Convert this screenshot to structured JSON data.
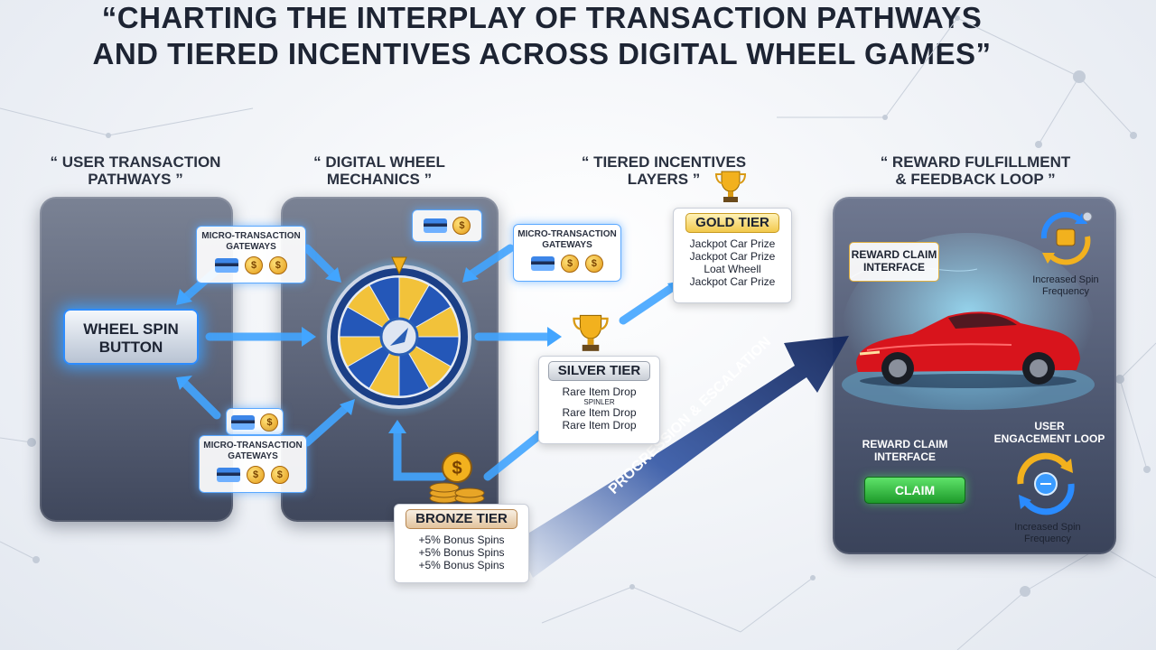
{
  "title": {
    "line1": "“CHARTING THE INTERPLAY OF TRANSACTION PATHWAYS",
    "line2": "AND TIERED INCENTIVES ACROSS DIGITAL WHEEL GAMES”"
  },
  "columns": {
    "transaction": {
      "line1": "“ USER TRANSACTION",
      "line2": "PATHWAYS ”"
    },
    "mechanics": {
      "line1": "“ DIGITAL WHEEL",
      "line2": "MECHANICS ”"
    },
    "incentives": {
      "line1": "“ TIERED INCENTIVES",
      "line2": "LAYERS ”"
    },
    "fulfillment": {
      "line1": "“ REWARD FULFILLMENT",
      "line2": "& FEEDBACK LOOP ”"
    }
  },
  "gateways": {
    "top_left": {
      "line1": "MICRO-TRANSACTION",
      "line2": "GATEWAYS"
    },
    "bottom_left": {
      "line1": "MICRO-TRANSACTION",
      "line2": "GATEWAYS"
    },
    "top_right": {
      "line1": "MICRO-TRANSACTION",
      "line2": "GATEWAYS"
    }
  },
  "spin_button": {
    "line1": "WHEEL SPIN",
    "line2": "BUTTON"
  },
  "tiers": {
    "gold": {
      "title": "GOLD TIER",
      "items": [
        "Jackpot Car Prize",
        "Jackpot Car Prize",
        "Loat Wheell",
        "Jackpot Car Prize"
      ]
    },
    "silver": {
      "title": "SILVER TIER",
      "items": [
        "Rare Item Drop",
        "SPINLER",
        "Rare Item Drop",
        "Rare Item Drop"
      ]
    },
    "bronze": {
      "title": "BRONZE TIER",
      "items": [
        "+5% Bonus Spins",
        "+5% Bonus Spins",
        "+5% Bonus Spins"
      ]
    }
  },
  "progression_label": "PROGRESSION & ESCALATION",
  "fulfillment": {
    "claim_interface_top": {
      "line1": "REWARD CLAIM",
      "line2": "INTERFACE"
    },
    "spin_freq_top": {
      "line1": "Increased Spin",
      "line2": "Frequency"
    },
    "claim_interface_bottom": {
      "line1": "REWARD CLAIM",
      "line2": "INTERFACE"
    },
    "claim_button": "CLAIM",
    "engagement_loop": {
      "line1": "USER",
      "line2": "ENGACEMENT LOOP"
    },
    "spin_freq_bottom": {
      "line1": "Increased Spin",
      "line2": "Frequency"
    }
  },
  "colors": {
    "accent_blue": "#2d8cff",
    "gold": "#f2c94c",
    "claim_green": "#1d9a2a",
    "car_red": "#d8141c",
    "progress_arrow": "#1a2f66"
  },
  "icons": [
    "credit-card-icon",
    "coin-icon",
    "trophy-icon",
    "coin-stack-icon",
    "wheel-icon",
    "car-icon",
    "cycle-icon"
  ]
}
